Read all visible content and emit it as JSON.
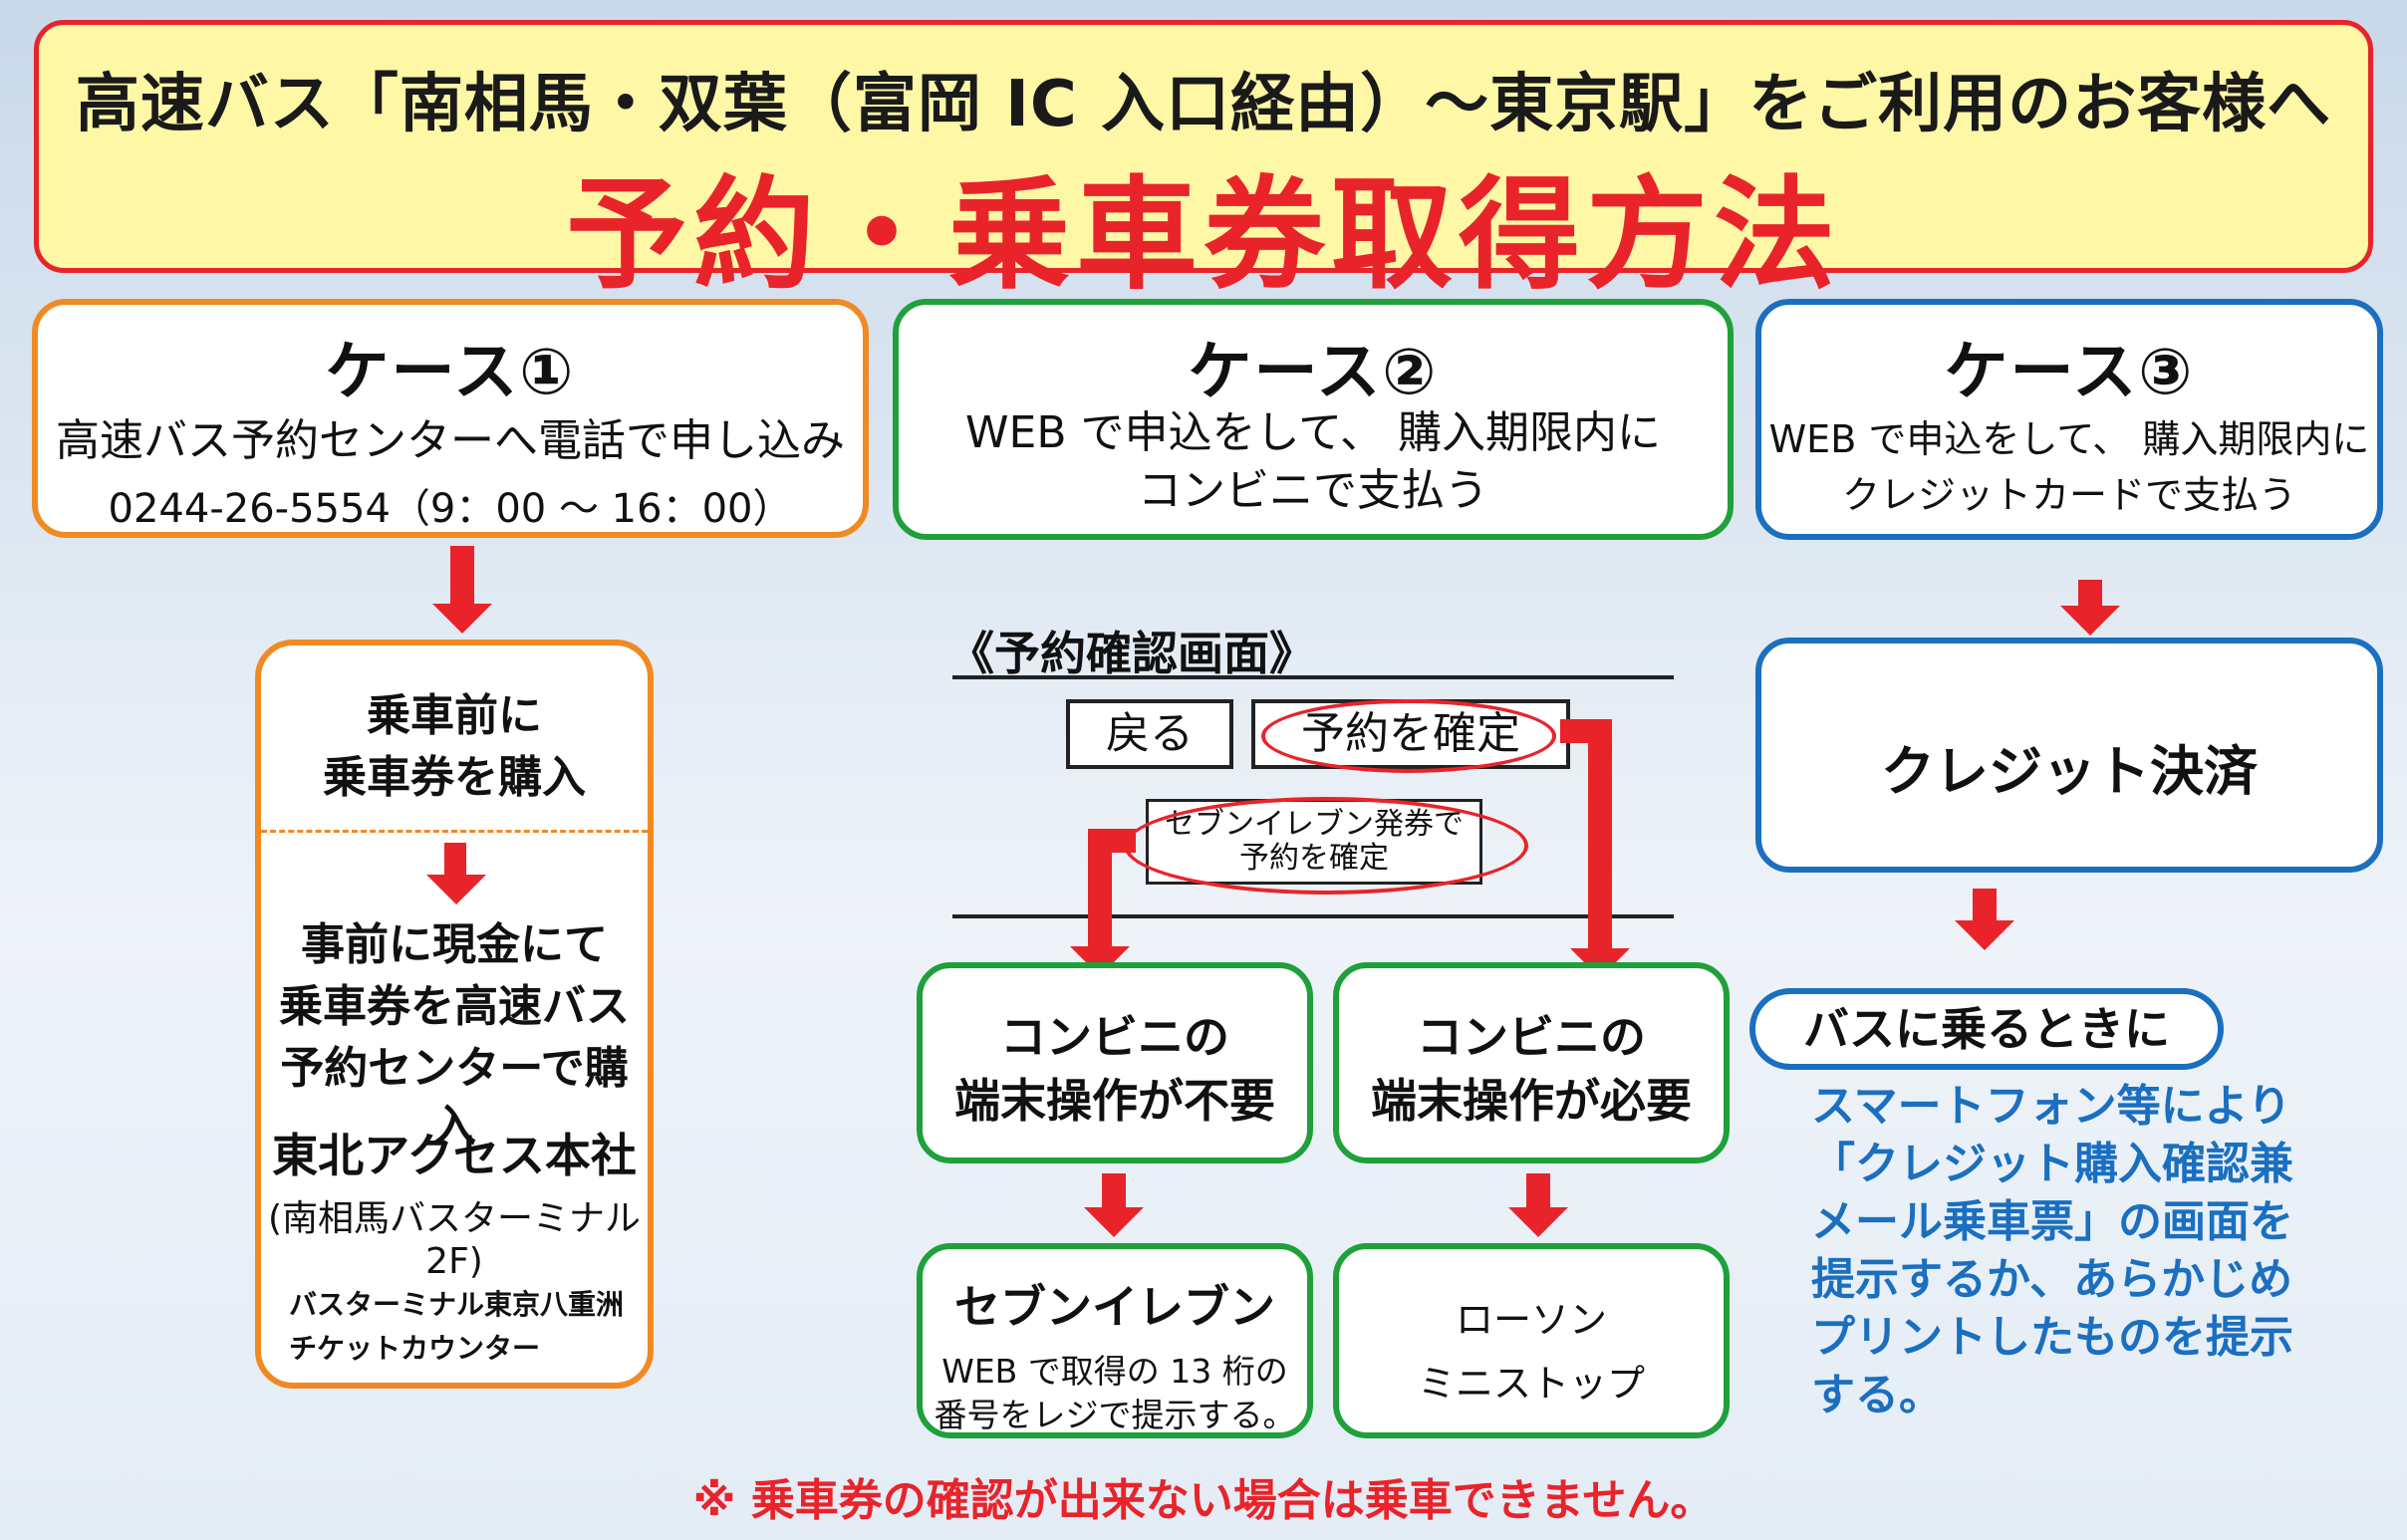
{
  "header": {
    "subtitle": "高速バス「南相馬・双葉（富岡 IC 入口経由）～東京駅」をご利用のお客様へ",
    "title": "予約・乗車券取得方法"
  },
  "case1": {
    "title": "ケース①",
    "line1": "高速バス予約センターへ電話で申し込み",
    "phone": "0244-26-5554（9：00 ～ 16：00）",
    "step1_line1": "乗車前に",
    "step1_line2": "乗車券を購入",
    "step2_line1": "事前に現金にて",
    "step2_line2": "乗車券を高速バス",
    "step2_line3": "予約センターで購入",
    "office_name": "東北アクセス本社",
    "office_location": "(南相馬バスターミナル 2F)",
    "counter_line1": "バスターミナル東京八重洲",
    "counter_line2": "チケットカウンター"
  },
  "case2": {
    "title": "ケース②",
    "line1": "WEB で申込をして、 購入期限内に",
    "line2": "コンビニで支払う",
    "screen_label": "《予約確認画面》",
    "back_button": "戻る",
    "confirm_button": "予約を確定",
    "seven_button_line1": "セブンイレブン発券で",
    "seven_button_line2": "予約を確定",
    "left_box_line1": "コンビニの",
    "left_box_line2": "端末操作が不要",
    "right_box_line1": "コンビニの",
    "right_box_line2": "端末操作が必要",
    "seven_title": "セブンイレブン",
    "seven_line1": "WEB で取得の 13 桁の",
    "seven_line2": "番号をレジで提示する。",
    "stores_line1": "ローソン",
    "stores_line2": "ミニストップ"
  },
  "case3": {
    "title": "ケース③",
    "line1": "WEB で申込をして、 購入期限内に",
    "line2": "クレジットカードで支払う",
    "credit": "クレジット決済",
    "boarding_label": "バスに乗るときに",
    "boarding_line1": "スマートフォン等により",
    "boarding_line2": "「クレジット購入確認兼",
    "boarding_line3": "メール乗車票」の画面を",
    "boarding_line4": "提示するか、あらかじめ",
    "boarding_line5": "プリントしたものを提示",
    "boarding_line6": "する。"
  },
  "footer": {
    "warning": "※ 乗車券の確認が出来ない場合は乗車できません。"
  },
  "colors": {
    "red": "#e8242a",
    "orange": "#f08a22",
    "green": "#1fa03a",
    "blue": "#1a6fc0",
    "header_bg": "#fdf7a6"
  }
}
